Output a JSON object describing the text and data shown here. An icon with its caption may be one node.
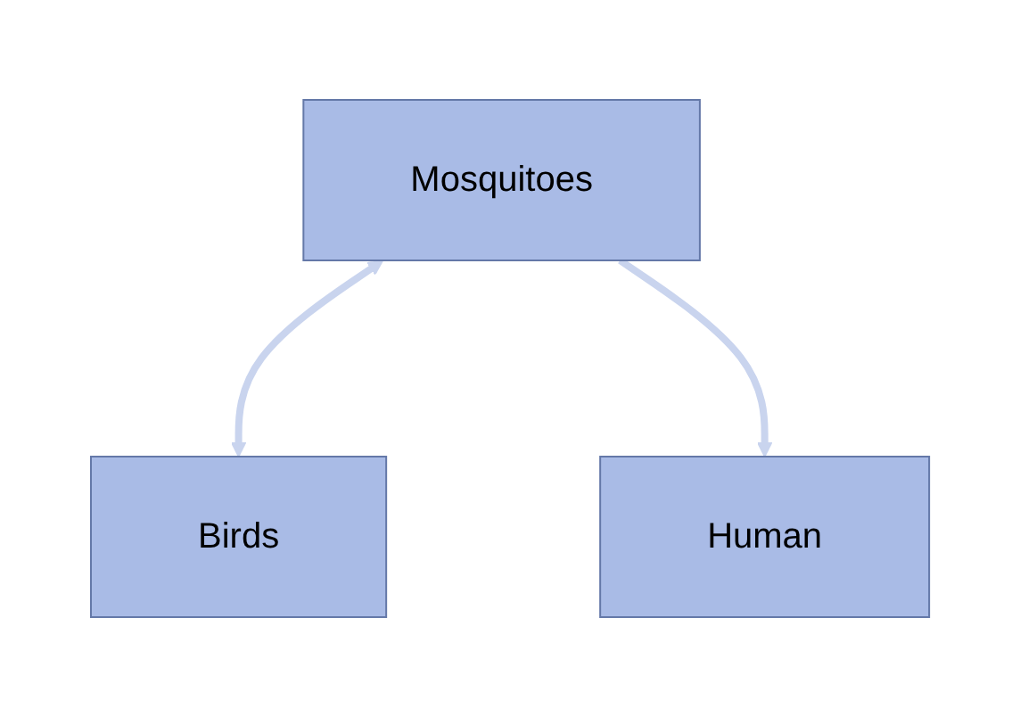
{
  "diagram": {
    "nodes": [
      {
        "text": [
          "Mosquitoes"
        ]
      },
      {
        "text": [
          "Birds"
        ]
      },
      {
        "text": [
          "Human"
        ]
      }
    ],
    "edges": [
      {
        "from": 0,
        "to": 1,
        "arrow": "both"
      },
      {
        "from": 0,
        "to": 2,
        "arrow": "to"
      }
    ]
  }
}
